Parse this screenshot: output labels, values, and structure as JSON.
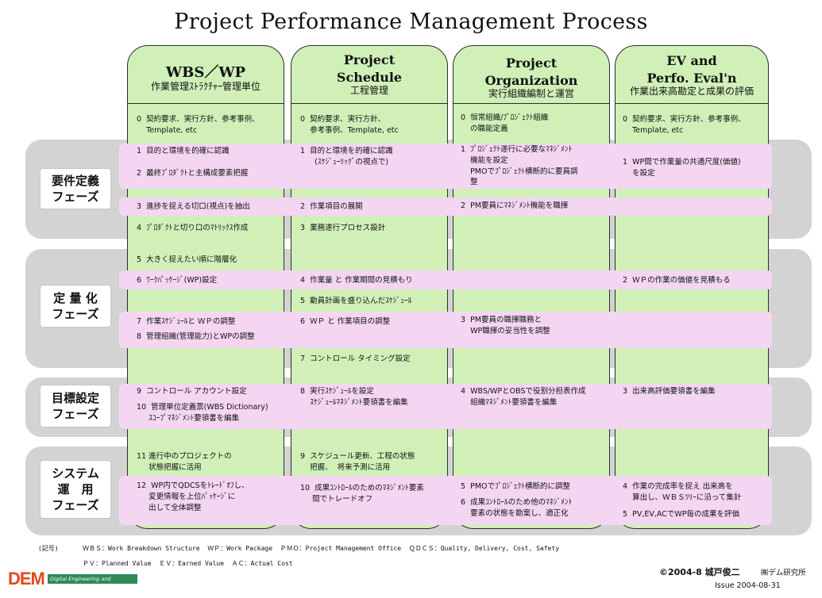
{
  "title": "Project Performance Management Process",
  "columns": [
    {
      "en": "WBS／WP",
      "jp": "作業管理ｽﾄﾗｸﾁｬｰ管理単位"
    },
    {
      "en": "Project\nSchedule",
      "jp": "工程管理"
    },
    {
      "en": "Project\nOrganization",
      "jp": "実行組織編制と運営"
    },
    {
      "en": "EV and\nPerfo. Eval'n",
      "jp": "作業出来高勘定と成果の評価"
    }
  ],
  "phases": [
    {
      "label": "要件定義\nフェーズ"
    },
    {
      "label": "定 量 化\nフェーズ"
    },
    {
      "label": "目標設定\nフェーズ"
    },
    {
      "label": "システム\n運　用\nフェーズ"
    }
  ],
  "cells": {
    "c0": [
      "0  契約要求、実行方針、参考事例、\n    Template, etc",
      "1  目的と環境を的確に認識",
      "2  最終ﾌﾟﾛﾀﾞｸﾄと主構成要素把握",
      "3  進捗を捉える切口(視点)を抽出",
      "4  ﾌﾟﾛﾀﾞｸﾄと切り口のﾏﾄﾘｯｸｽ作成",
      "5  大きく捉えたい順に階層化",
      "6  ﾜｰｸﾊﾟｯｹｰｼﾞ(WP)設定",
      "7  作業ｽｹｼﾞｭｰﾙと ＷＰの調整",
      "8  管理組織(管理能力)とWPの調整",
      "9  コントロール アカウント設定",
      "10  管理単位定義票(WBS Dictionary)\n     ｽｺｰﾌﾟﾏﾈｼﾞﾒﾝﾄ要領書を編集",
      "11 進行中のプロジェクトの\n     状態把握に活用",
      "12  WP内でQDCSをﾄﾚｰﾄﾞｵﾌし、\n     変更情報を上位ﾊﾟｯｹｰｼﾞに\n     出して全体調整"
    ],
    "c1": [
      "0  契約要求、実行方針、\n    参考事例、Template, etc",
      "1  目的と環境を的確に認識\n      (ｽｹｼﾞｭｰﾘｯｸﾞの視点で)",
      "2  作業項目の展開",
      "3  業務遂行プロセス設計",
      "4  作業量 と 作業期間の見積もり",
      "5  動員計画を盛り込んだｽｹｼﾞｭｰﾙ",
      "6  ＷＰ と 作業項目の調整",
      "7  コントロール タイミング設定",
      "8  実行ｽｹｼﾞｭｰﾙを設定\n    ｽｹｼﾞｭｰﾙﾏﾈｼﾞﾒﾝﾄ要領書を編集",
      "9  スケジュール更新、工程の状態\n    把握、  将来予測に活用",
      "10  成果ｺﾝﾄﾛｰﾙのためのﾏﾈｼﾞﾒﾝﾄ要素\n     間でトレードオフ"
    ],
    "c2": [
      "0  恒常組織/ﾌﾟﾛｼﾞｪｸﾄ組織\n    の職能定義",
      "1  ﾌﾟﾛｼﾞｪｸﾄ遂行に必要なﾏﾈｼﾞﾒﾝﾄ\n    機能を設定\n    PMOでﾌﾟﾛｼﾞｪｸﾄ横断的に要員調\n    整",
      "2  PM要員にﾏﾈｼﾞﾒﾝﾄ機能を職揮",
      "3  PM要員の職揮職務と\n    WP職揮の妥当性を調整",
      "4  WBS/WPとOBSで役割分担表作成\n    組織ﾏﾈｼﾞﾒﾝﾄ要領書を編集",
      "5  PMOでﾌﾟﾛｼﾞｪｸﾄ横断的に調整",
      "6  成果ｺﾝﾄﾛｰﾙのため他のﾏﾈｼﾞﾒﾝﾄ\n    要素の状態を勘案し、適正化"
    ],
    "c3": [
      "0  契約要求、実行方針、参考事例、\n    Template, etc",
      "1  WP間で作業量の共通尺度(価値)\n    を設定",
      "2  ＷＰの作業の価値を見積もる",
      "3  出来高評価要領書を編集",
      "4  作業の完成率を捉え 出来高を\n    算出し、ＷＢＳﾂﾘｰに沿って集計",
      "5  PV,EV,ACでWP毎の成果を評価"
    ]
  },
  "legend": {
    "prefix": "(記号)",
    "line1": "ＷＢＳ：Work Breakdown Structure  ＷＰ：Work Package  ＰＭＯ：Project Management Office  ＱＤＣＳ：Quality, Delivery, Cost, Safety",
    "line2": "ＰＶ：Planned Value  ＥＶ：Earned Value  ＡＣ：Actual Cost"
  },
  "footer": {
    "copyright": "©2004-8  城戸俊二",
    "company": "㈱デム研究所",
    "issue": "Issue 2004-08-31",
    "logo_text": "DEM",
    "logo_tagline": "Digital Engineering and Management"
  },
  "colors": {
    "column_fill": "#d0f0b8",
    "band_fill": "#d3d3d3",
    "stripe_fill": "#f4d6f2",
    "logo": "#e24a1c"
  }
}
